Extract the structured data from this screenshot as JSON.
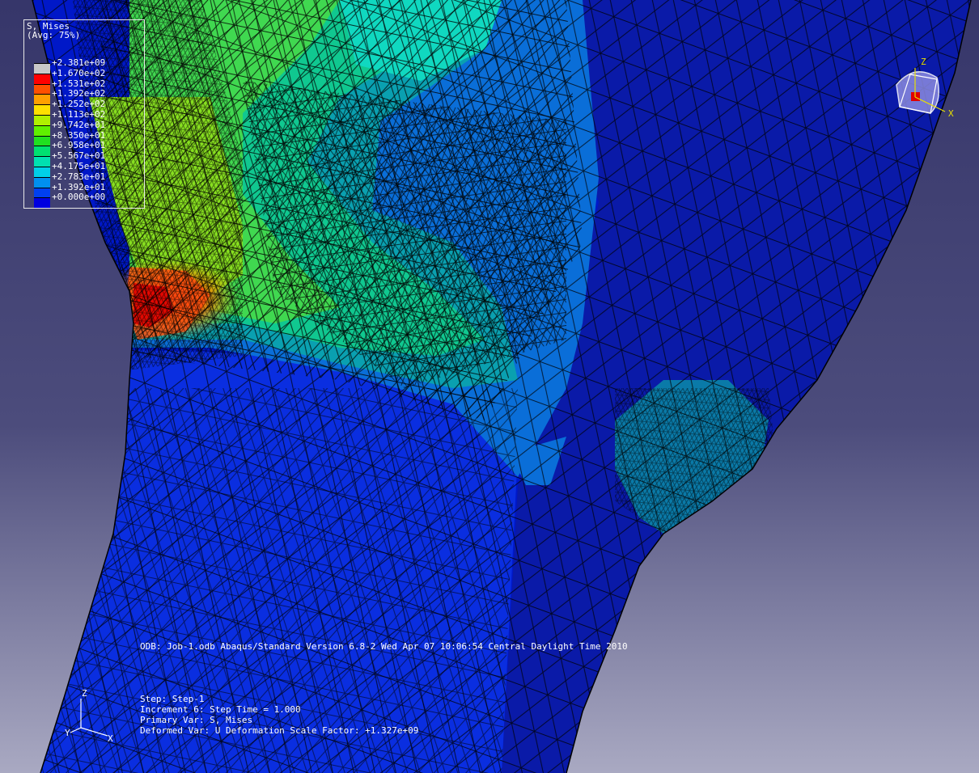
{
  "legend": {
    "title": "S, Mises",
    "subtitle": "(Avg: 75%)",
    "entries": [
      {
        "label": "+2.381e+09",
        "color": "#c8c8c8"
      },
      {
        "label": "+1.670e+02",
        "color": "#ff0000"
      },
      {
        "label": "+1.531e+02",
        "color": "#ff5000"
      },
      {
        "label": "+1.392e+02",
        "color": "#ffa000"
      },
      {
        "label": "+1.252e+02",
        "color": "#ffe000"
      },
      {
        "label": "+1.113e+02",
        "color": "#b0f000"
      },
      {
        "label": "+9.742e+01",
        "color": "#60f000"
      },
      {
        "label": "+8.350e+01",
        "color": "#20e020"
      },
      {
        "label": "+6.958e+01",
        "color": "#00e070"
      },
      {
        "label": "+5.567e+01",
        "color": "#00e0b0"
      },
      {
        "label": "+4.175e+01",
        "color": "#00d0e8"
      },
      {
        "label": "+2.783e+01",
        "color": "#0090f0"
      },
      {
        "label": "+1.392e+01",
        "color": "#0040f0"
      },
      {
        "label": "+0.000e+00",
        "color": "#0000e0"
      }
    ]
  },
  "odb_line": "ODB: Job-1.odb    Abaqus/Standard Version 6.8-2    Wed Apr 07 10:06:54 Central Daylight Time 2010",
  "step_info": {
    "step": "Step: Step-1",
    "increment": "Increment     6: Step Time =    1.000",
    "primary_var": "Primary Var: S, Mises",
    "deformed_var": "Deformed Var: U   Deformation Scale Factor: +1.327e+09"
  },
  "triad_bottom": {
    "z": "Z",
    "y": "Y",
    "x": "X"
  },
  "triad_top": {
    "z": "Z",
    "x": "X"
  },
  "colors": {
    "background_top": "#3a3a6a",
    "background_bottom": "#a8a8c0",
    "mesh_line": "#000000",
    "axis_yellow": "#e8e000"
  }
}
